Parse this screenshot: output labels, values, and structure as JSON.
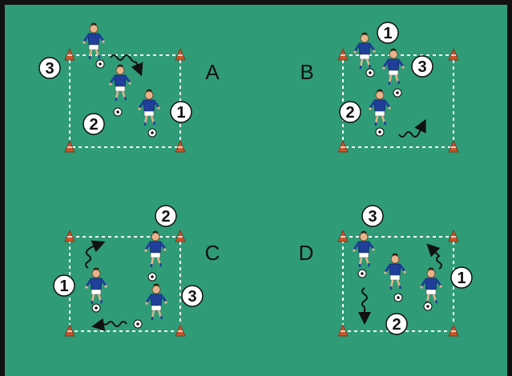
{
  "drills": [
    {
      "id": "A",
      "label": "A",
      "numbers": [
        "3",
        "2",
        "1"
      ]
    },
    {
      "id": "B",
      "label": "B",
      "numbers": [
        "1",
        "3",
        "2"
      ]
    },
    {
      "id": "C",
      "label": "C",
      "numbers": [
        "2",
        "1",
        "3"
      ]
    },
    {
      "id": "D",
      "label": "D",
      "numbers": [
        "3",
        "1",
        "2"
      ]
    }
  ],
  "colors": {
    "pitch": "#2f9c77",
    "border": "#1a1a1a",
    "cone": "#c8552c",
    "cone_stripe": "#ffffff",
    "shirt": "#1f3f9a",
    "shorts": "#ffffff",
    "skin": "#e7b48c",
    "marker_fill": "#ffffff",
    "marker_stroke": "#111111",
    "square_line": "#ffffff"
  },
  "icons": [
    "cone-icon",
    "player-icon",
    "ball-icon",
    "dribble-arrow-icon",
    "number-marker-icon"
  ]
}
